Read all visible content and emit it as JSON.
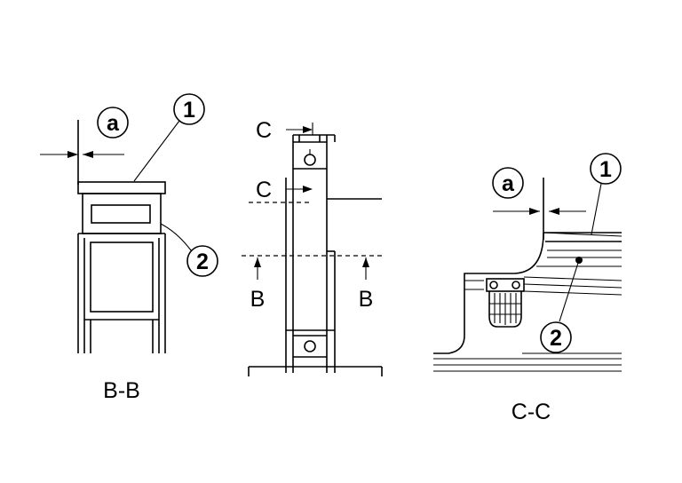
{
  "labels": {
    "dimension": "a",
    "part_one": "1",
    "part_two": "2",
    "section_c": "C",
    "section_b": "B",
    "caption_bb": "B-B",
    "caption_cc": "C-C"
  }
}
